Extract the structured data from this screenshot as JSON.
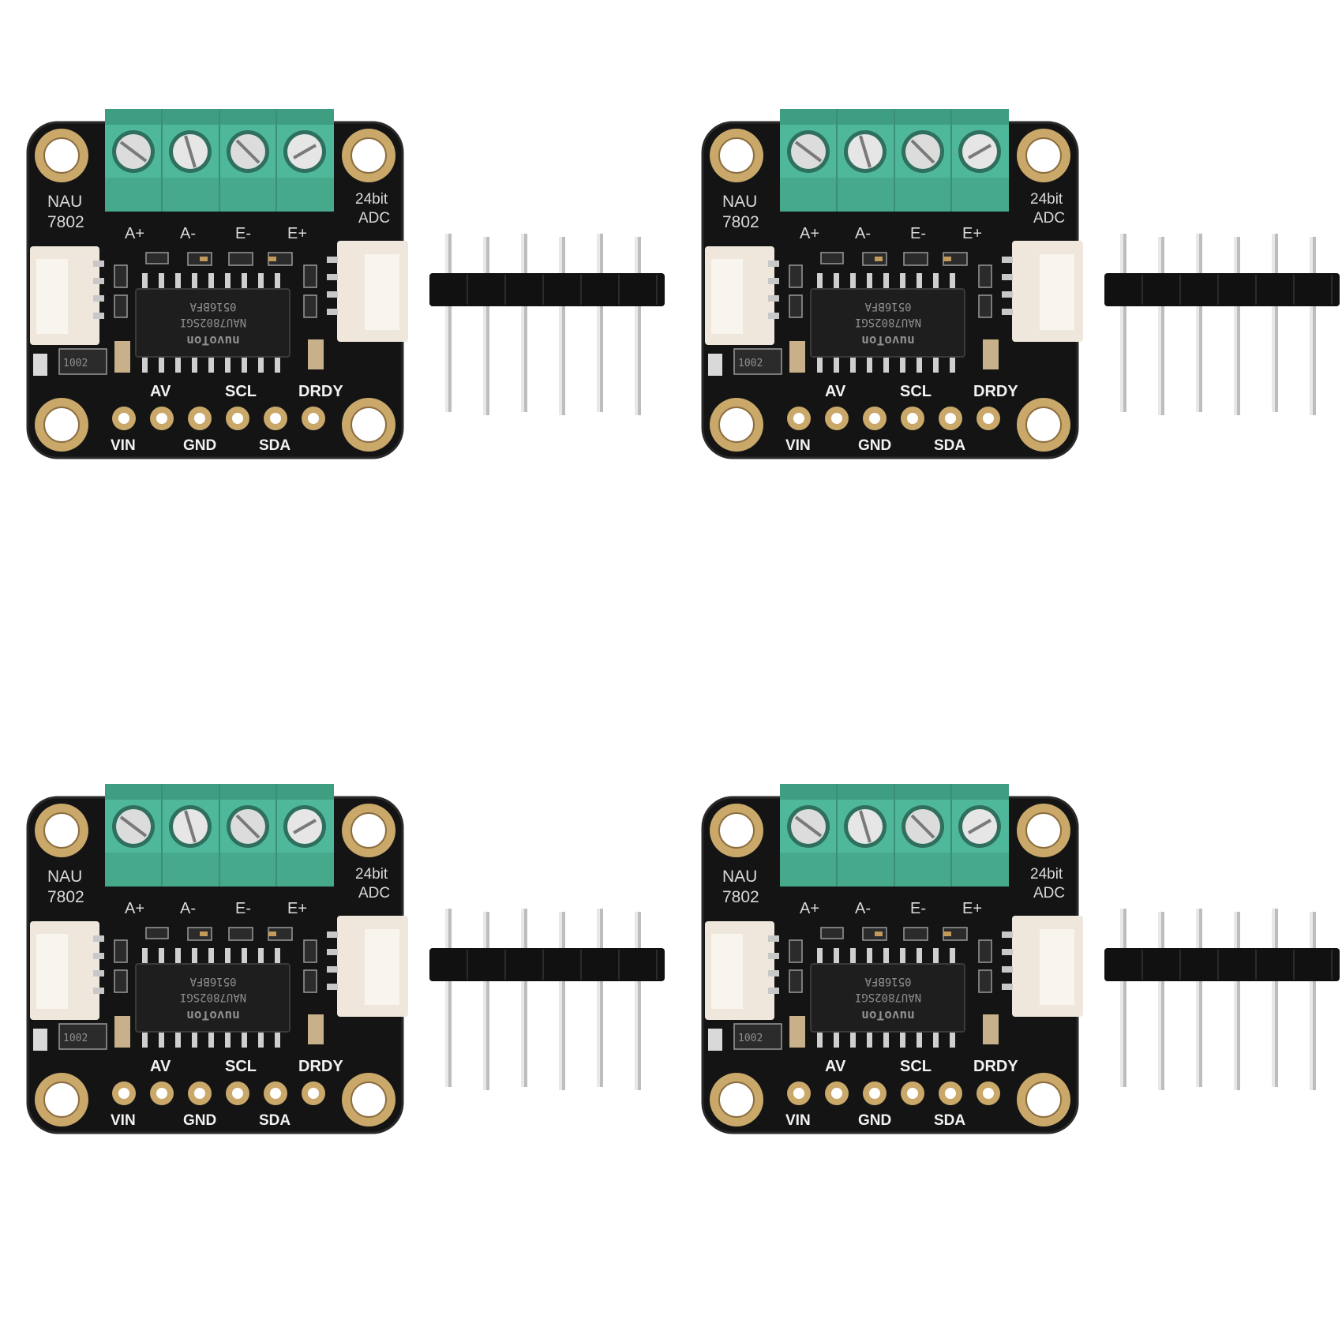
{
  "kits": [
    {
      "board_labels": {
        "chip_name_1": "NAU",
        "chip_name_2": "7802",
        "resolution_1": "24bit",
        "resolution_2": "ADC"
      },
      "terminal_labels": [
        "A+",
        "A-",
        "E-",
        "E+"
      ],
      "top_pin_labels": [
        "AV",
        "SCL",
        "DRDY"
      ],
      "bottom_pin_labels": [
        "VIN",
        "GND",
        "SDA"
      ],
      "chip_markings": [
        "nuvoTon",
        "NAU7802SGI",
        "0516BFA"
      ],
      "resistor_marking": "1002",
      "header_pin_count": 6
    },
    {
      "board_labels": {
        "chip_name_1": "NAU",
        "chip_name_2": "7802",
        "resolution_1": "24bit",
        "resolution_2": "ADC"
      },
      "terminal_labels": [
        "A+",
        "A-",
        "E-",
        "E+"
      ],
      "top_pin_labels": [
        "AV",
        "SCL",
        "DRDY"
      ],
      "bottom_pin_labels": [
        "VIN",
        "GND",
        "SDA"
      ],
      "chip_markings": [
        "nuvoTon",
        "NAU7802SGI",
        "0516BFA"
      ],
      "resistor_marking": "1002",
      "header_pin_count": 6
    },
    {
      "board_labels": {
        "chip_name_1": "NAU",
        "chip_name_2": "7802",
        "resolution_1": "24bit",
        "resolution_2": "ADC"
      },
      "terminal_labels": [
        "A+",
        "A-",
        "E-",
        "E+"
      ],
      "top_pin_labels": [
        "AV",
        "SCL",
        "DRDY"
      ],
      "bottom_pin_labels": [
        "VIN",
        "GND",
        "SDA"
      ],
      "chip_markings": [
        "nuvoTon",
        "NAU7802SGI",
        "0516BFA"
      ],
      "resistor_marking": "1002",
      "header_pin_count": 6
    },
    {
      "board_labels": {
        "chip_name_1": "NAU",
        "chip_name_2": "7802",
        "resolution_1": "24bit",
        "resolution_2": "ADC"
      },
      "terminal_labels": [
        "A+",
        "A-",
        "E-",
        "E+"
      ],
      "top_pin_labels": [
        "AV",
        "SCL",
        "DRDY"
      ],
      "bottom_pin_labels": [
        "VIN",
        "GND",
        "SDA"
      ],
      "chip_markings": [
        "nuvoTon",
        "NAU7802SGI",
        "0516BFA"
      ],
      "resistor_marking": "1002",
      "header_pin_count": 6
    }
  ],
  "colors": {
    "background": "#ffffff",
    "pcb": "#141414",
    "terminal_block": "#4fb89a",
    "gold_pad": "#c9a86a",
    "connector": "#efe7dc",
    "header_plastic": "#111111",
    "header_pin": "#bdbdbd"
  }
}
